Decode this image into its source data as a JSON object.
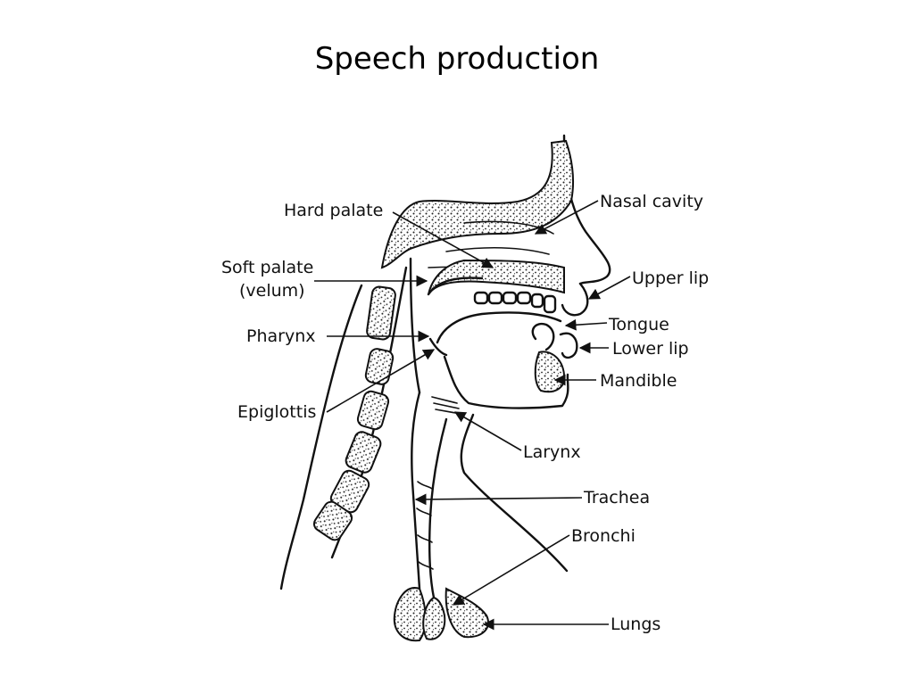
{
  "slide": {
    "title": "Speech production"
  },
  "labels": {
    "hard_palate": "Hard palate",
    "soft_palate_line1": "Soft palate",
    "soft_palate_line2": "(velum)",
    "pharynx": "Pharynx",
    "epiglottis": "Epiglottis",
    "nasal_cavity": "Nasal cavity",
    "upper_lip": "Upper lip",
    "tongue": "Tongue",
    "lower_lip": "Lower lip",
    "mandible": "Mandible",
    "larynx": "Larynx",
    "trachea": "Trachea",
    "bronchi": "Bronchi",
    "lungs": "Lungs"
  }
}
